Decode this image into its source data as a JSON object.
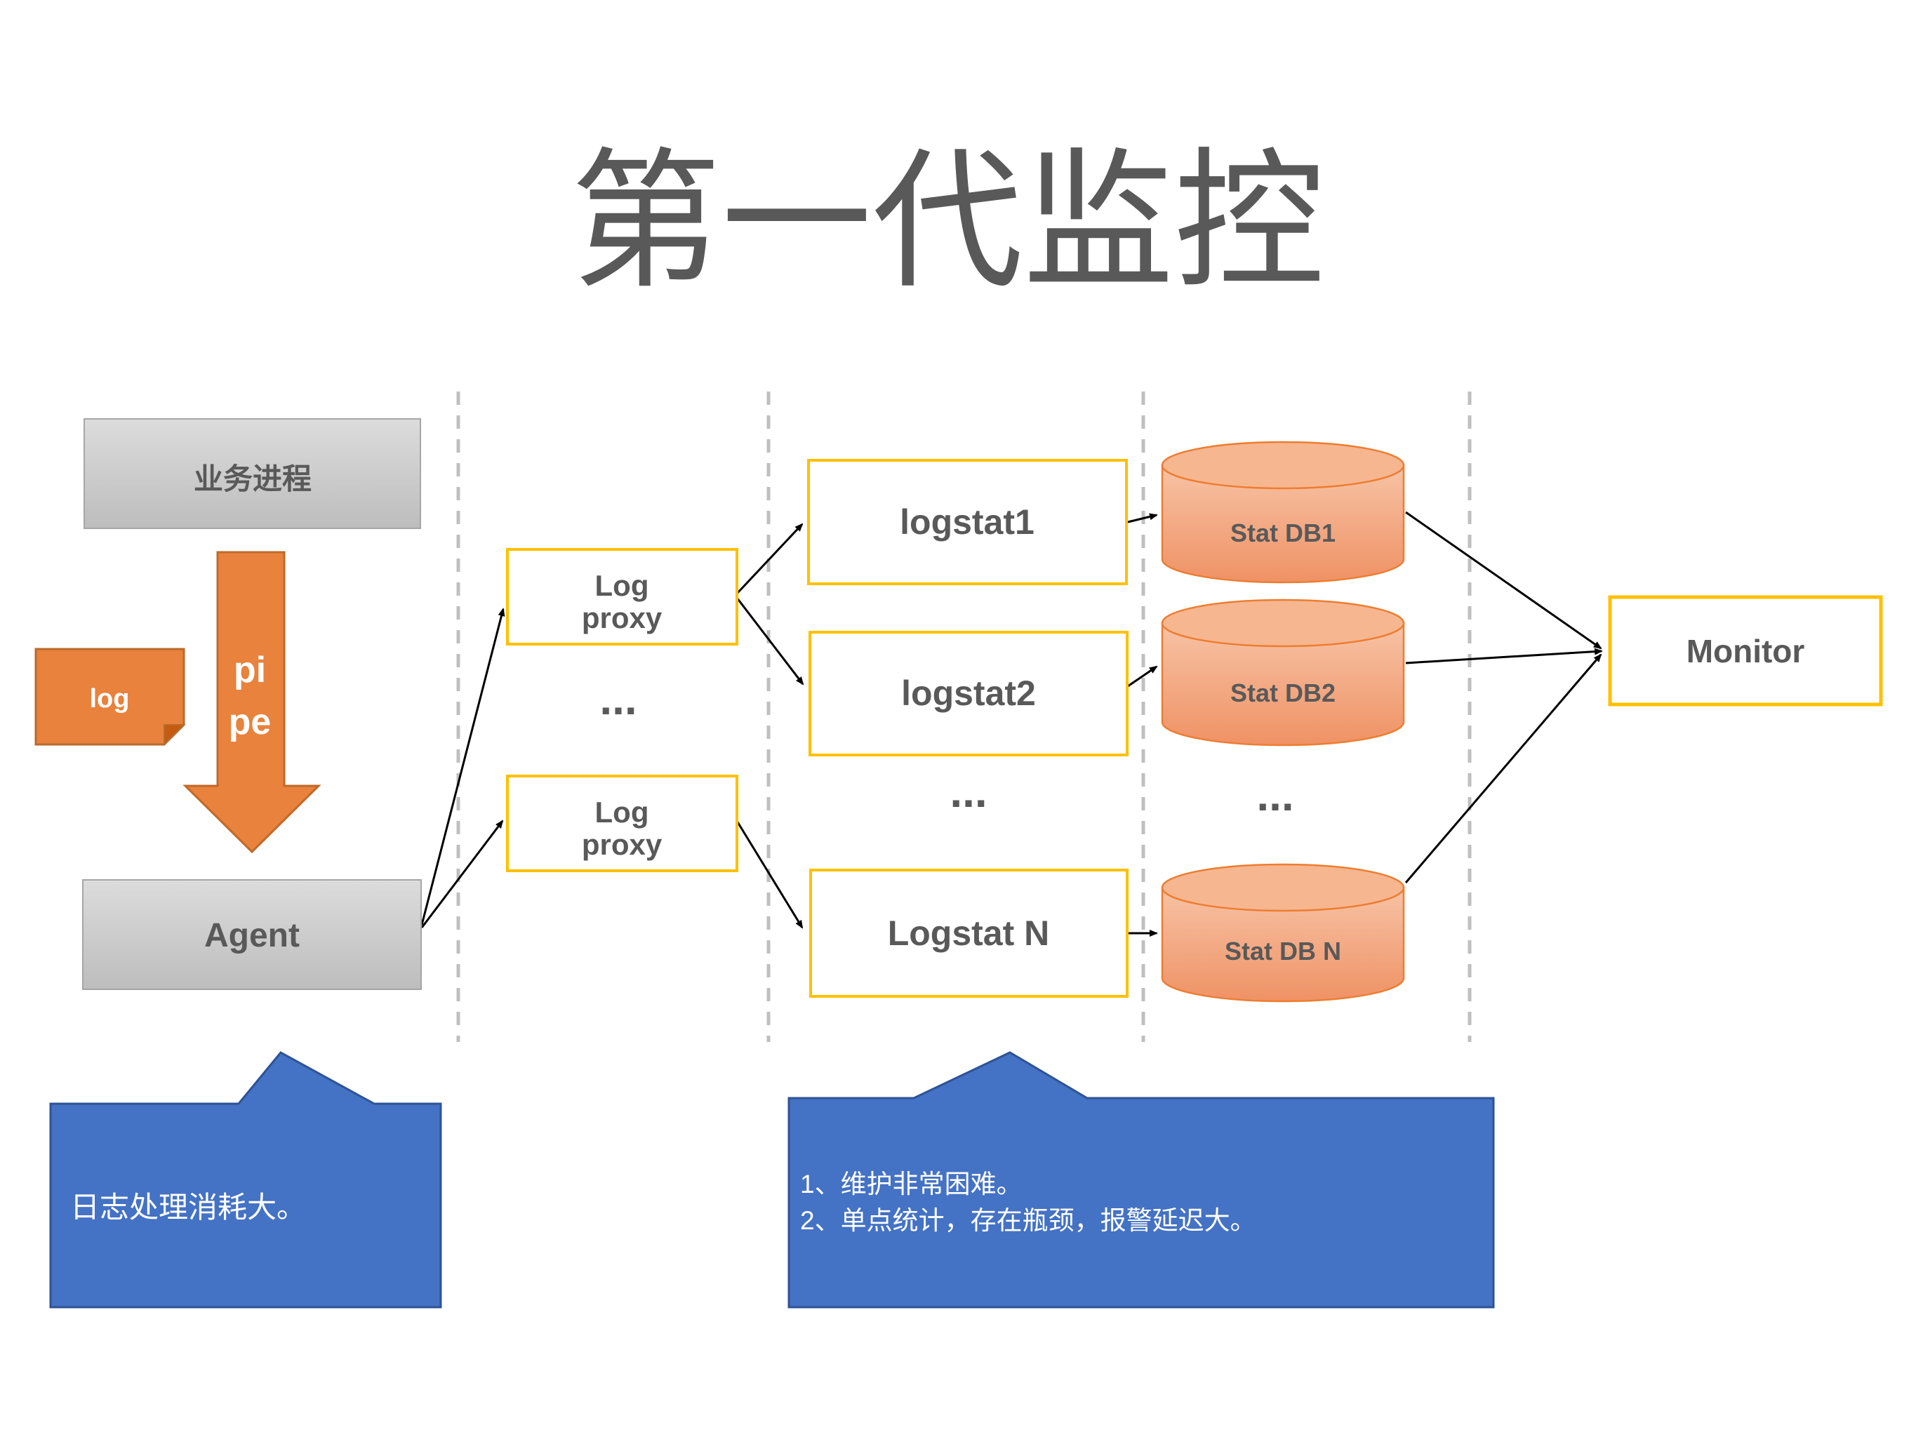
{
  "title": "第一代监控",
  "nodes": {
    "business_process": "业务进程",
    "log_note": "log",
    "pipe": {
      "line1": "pi",
      "line2": "pe"
    },
    "agent": "Agent",
    "log_proxy_top": {
      "line1": "Log",
      "line2": "proxy"
    },
    "log_proxy_bottom": {
      "line1": "Log",
      "line2": "proxy"
    },
    "logstat1": "logstat1",
    "logstat2": "logstat2",
    "logstat_n": "Logstat N",
    "stat_db1": "Stat DB1",
    "stat_db2": "Stat DB2",
    "stat_db_n": "Stat DB N",
    "monitor": "Monitor"
  },
  "ellipsis": {
    "proxy_column": "...",
    "logstat_column": "...",
    "db_column": "..."
  },
  "callouts": {
    "left": {
      "text": "日志处理消耗大。"
    },
    "right": {
      "line1": "1、维护非常困难。",
      "line2": "2、单点统计，存在瓶颈，报警延迟大。"
    }
  },
  "colors": {
    "title_gray": "#595959",
    "box_gray_light": "#D9D9D9",
    "box_gray_dark": "#BDBDBD",
    "box_gray_border": "#A6A6A6",
    "gold_border": "#FFC000",
    "orange_fill": "#E8823C",
    "orange_border": "#C06A28",
    "cylinder_fill_top": "#F7BE9F",
    "cylinder_fill_bottom": "#EF9265",
    "cylinder_border": "#ED7D31",
    "callout_blue": "#4472C4",
    "callout_blue_border": "#2E5395",
    "divider_gray": "#BFBFBF",
    "arrow_black": "#000000"
  }
}
